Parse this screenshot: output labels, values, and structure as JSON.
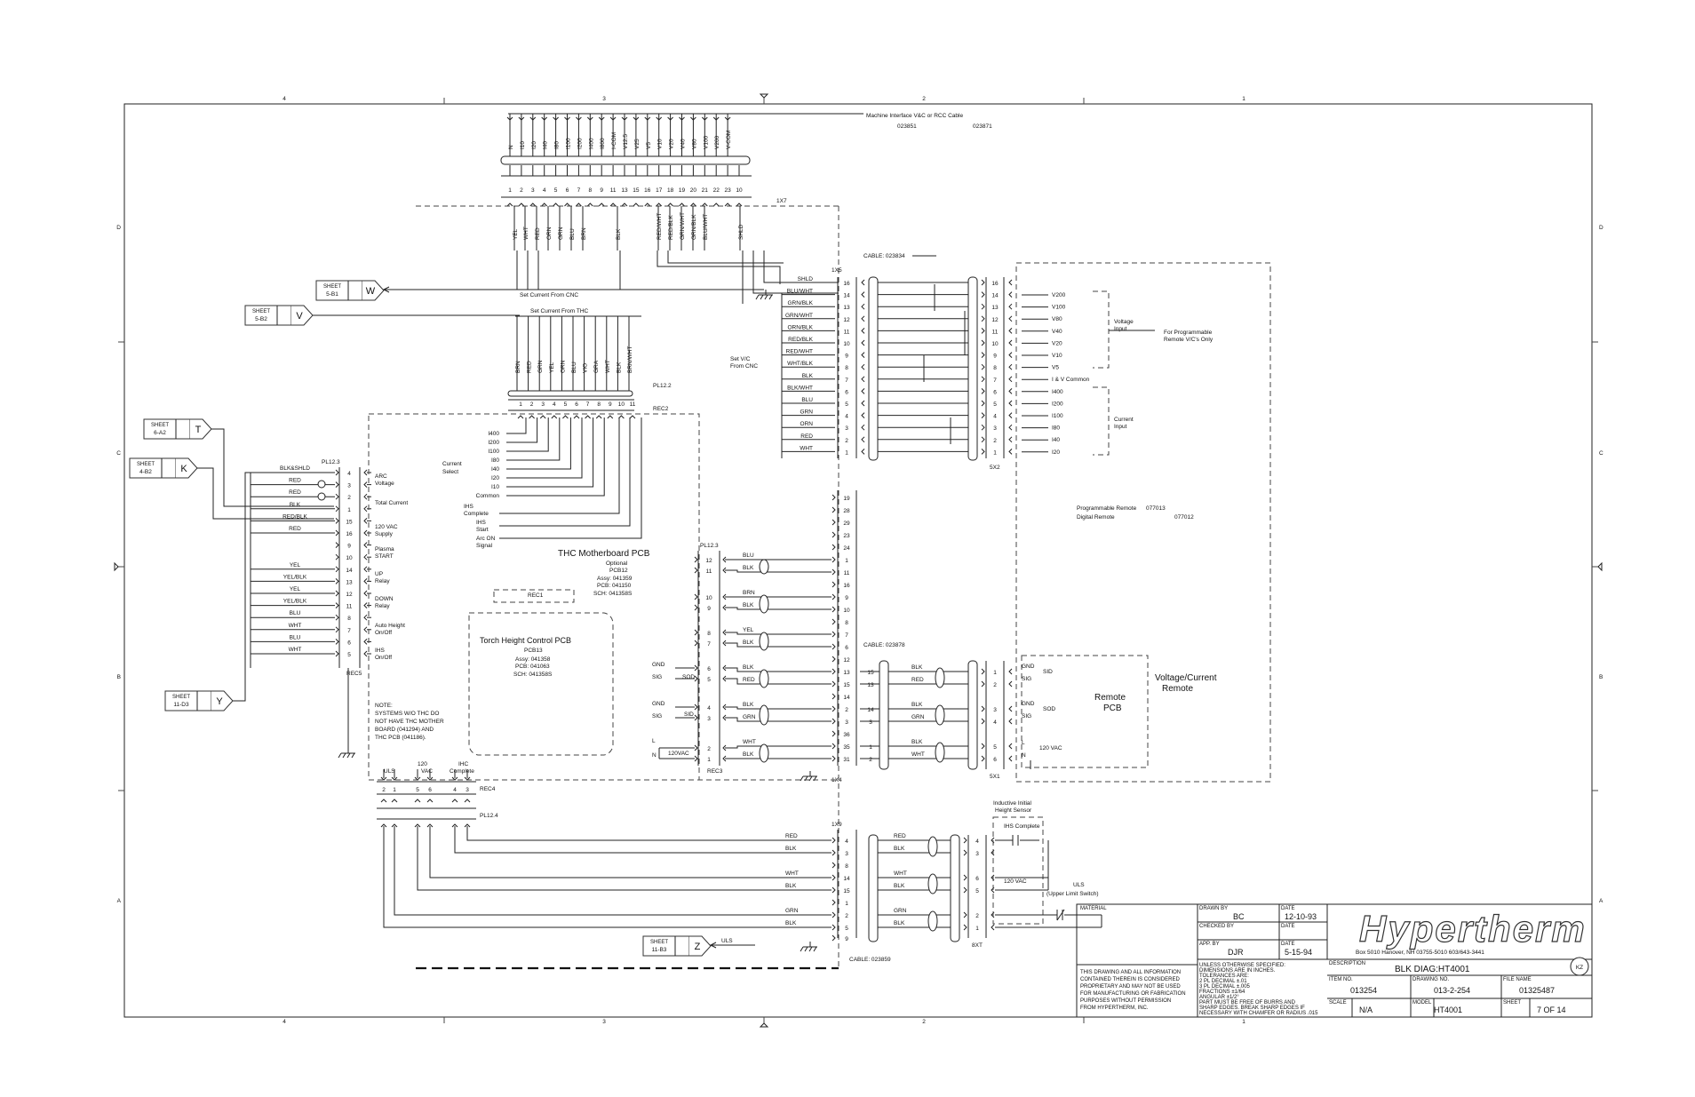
{
  "border": {
    "cols": [
      "4",
      "3",
      "2",
      "1"
    ],
    "rows": [
      "D",
      "C",
      "B",
      "A"
    ]
  },
  "header": {
    "cable_label": "Machine Interface V&C or RCC Cable",
    "cable_pn_a": "023851",
    "cable_pn_b": "023871"
  },
  "x7": {
    "label": "1X7",
    "top_signals": [
      "N",
      "I10",
      "I20",
      "I40",
      "I80",
      "I100",
      "I200",
      "I400",
      "I800",
      "I-COM",
      "V12.5",
      "V25",
      "V5",
      "V10",
      "V20",
      "V40",
      "V80",
      "V100",
      "V200",
      "V-COM"
    ],
    "pins": [
      "1",
      "2",
      "3",
      "4",
      "5",
      "6",
      "7",
      "8",
      "9",
      "11",
      "13",
      "15",
      "16",
      "17",
      "18",
      "19",
      "20",
      "21",
      "22",
      "23",
      "10"
    ],
    "wire_colors": [
      "YEL",
      "WHT",
      "RED",
      "ORN",
      "GRN",
      "BLU",
      "BRN",
      "BLK",
      "RED/WHT",
      "RED/BLK",
      "GRN/WHT",
      "GRN/BLK",
      "BLU/WHT",
      "SHLD"
    ],
    "note": "Set Current From CNC"
  },
  "pl122": {
    "title": "Set Current From THC",
    "label": "PL12.2",
    "rec_label": "REC2",
    "wire_colors": [
      "BRN",
      "RED",
      "GRN",
      "YEL",
      "ORN",
      "BLU",
      "VIO",
      "GRA",
      "WHT",
      "BLK",
      "BRN/WHT"
    ],
    "pins": [
      "1",
      "2",
      "3",
      "4",
      "5",
      "6",
      "7",
      "8",
      "9",
      "10",
      "11"
    ]
  },
  "current_select": {
    "label": "Current Select",
    "signals": [
      "I400",
      "I200",
      "I100",
      "I80",
      "I40",
      "I20",
      "I10",
      "Common"
    ],
    "ihs_complete": "IHS Complete",
    "ihs_start": "IHS Start",
    "arc_on": "Arc ON Signal"
  },
  "sheet_refs": [
    {
      "sheet": "SHEET",
      "ref": "5-B1",
      "letter": "W"
    },
    {
      "sheet": "SHEET",
      "ref": "5-B2",
      "letter": "V"
    },
    {
      "sheet": "SHEET",
      "ref": "6-A2",
      "letter": "T"
    },
    {
      "sheet": "SHEET",
      "ref": "4-B2",
      "letter": "K"
    },
    {
      "sheet": "SHEET",
      "ref": "11-D3",
      "letter": "Y"
    },
    {
      "sheet": "SHEET",
      "ref": "11-B3",
      "letter": "Z"
    }
  ],
  "pl123": {
    "label": "PL12.3",
    "rec": "REC5",
    "pins": [
      "4",
      "3",
      "2",
      "1",
      "15",
      "16",
      "9",
      "10",
      "14",
      "13",
      "12",
      "11",
      "8",
      "7",
      "6",
      "5"
    ],
    "wires": [
      "BLK&SHLD",
      "RED",
      "RED",
      "BLK",
      "RED/BLK",
      "RED",
      "YEL",
      "YEL/BLK",
      "YEL",
      "YEL/BLK",
      "BLU",
      "WHT",
      "BLU",
      "WHT"
    ],
    "functions": [
      "ARC Voltage",
      "Total Current",
      "120 VAC Supply",
      "Plasma START",
      "UP Relay",
      "DOWN Relay",
      "Auto Height On/Off",
      "IHS On/Off"
    ]
  },
  "thc": {
    "motherboard": "THC Motherboard PCB",
    "optional": "Optional",
    "pcb12": "PCB12",
    "assy": "Assy: 041359",
    "pcb": "PCB: 041150",
    "sch": "SCH: 041358S",
    "rec1": "REC1",
    "torch": "Torch Height Control PCB",
    "pcb13": "PCB13",
    "t_assy": "Assy: 041358",
    "t_pcb": "PCB: 041063",
    "t_sch": "SCH: 041358S",
    "note": [
      "NOTE:",
      "SYSTEMS W/O THC DO",
      "NOT HAVE THC MOTHER",
      "BOARD (041294) AND",
      "THC PCB (041186)."
    ]
  },
  "pl123b": {
    "label": "PL12.3",
    "rec": "REC3",
    "pins": [
      "12",
      "11",
      "10",
      "9",
      "8",
      "7",
      "6",
      "5",
      "4",
      "3",
      "2",
      "1"
    ],
    "left_labels": [
      "GND",
      "SIG",
      "SOD",
      "GND",
      "SIG",
      "SID",
      "L",
      "N",
      "120VAC"
    ]
  },
  "x5": {
    "label": "1X5",
    "cable": "CABLE: 023834",
    "signal_label": "Set V/C From CNC",
    "wires": [
      "SHLD",
      "BLU/WHT",
      "GRN/BLK",
      "GRN/WHT",
      "ORN/BLK",
      "RED/BLK",
      "RED/WHT",
      "WHT/BLK",
      "BLK",
      "BLK/WHT",
      "BLU",
      "GRN",
      "ORN",
      "RED",
      "WHT"
    ],
    "pins": [
      "16",
      "14",
      "13",
      "12",
      "11",
      "10",
      "9",
      "8",
      "7",
      "6",
      "5",
      "4",
      "3",
      "2",
      "1"
    ]
  },
  "x2": {
    "label": "5X2",
    "pins": [
      "16",
      "14",
      "13",
      "12",
      "11",
      "10",
      "9",
      "8",
      "7",
      "6",
      "5",
      "4",
      "3",
      "2",
      "1"
    ],
    "signals": [
      "V200",
      "V100",
      "V80",
      "V40",
      "V20",
      "V10",
      "V5",
      "I & V Common",
      "I400",
      "I200",
      "I100",
      "I80",
      "I40",
      "I20"
    ],
    "voltage_input": "Voltage Input",
    "current_input": "Current Input",
    "programmable": "For Programmable Remote V/C's Only",
    "prog_remote": "Programmable Remote",
    "prog_pn": "077013",
    "digital_remote": "Digital Remote",
    "digital_pn": "077012"
  },
  "x4": {
    "label": "1X4",
    "pins": [
      "19",
      "28",
      "29",
      "23",
      "24",
      "1",
      "11",
      "16",
      "9",
      "10",
      "8",
      "7",
      "6",
      "12",
      "13",
      "15",
      "14",
      "2",
      "3",
      "36",
      "35",
      "31"
    ],
    "wires": [
      "BLU",
      "BLK",
      "BRN",
      "BLK",
      "YEL",
      "BLK",
      "BLK",
      "RED",
      "BLK",
      "GRN",
      "WHT",
      "BLK"
    ]
  },
  "x1": {
    "label": "5X1",
    "cable": "CABLE: 023878",
    "wires": [
      "BLK",
      "RED",
      "BLK",
      "GRN",
      "BLK",
      "WHT"
    ],
    "pins": [
      "15",
      "13",
      "14",
      "3",
      "1",
      "2"
    ],
    "remote_labels": [
      "GND",
      "SIG",
      "SID",
      "GND",
      "SIG",
      "SOD",
      "L",
      "N",
      "120 VAC"
    ],
    "remote_pcb": "Remote PCB",
    "vc_remote": "Voltage/Current Remote"
  },
  "rec4": {
    "label": "REC4",
    "pl": "PL12.4",
    "headers": [
      "ULS",
      "120 VAC",
      "IHC Complete"
    ],
    "pins": [
      "2",
      "1",
      "5",
      "6",
      "4",
      "3"
    ]
  },
  "x9": {
    "label": "1X9",
    "cable": "CABLE: 023859",
    "wires": [
      "RED",
      "BLK",
      "WHT",
      "BLK",
      "GRN",
      "BLK"
    ],
    "pins": [
      "4",
      "3",
      "8",
      "14",
      "15",
      "1",
      "2",
      "5",
      "9"
    ],
    "rpins": [
      "4",
      "3",
      "6",
      "5",
      "2",
      "1"
    ],
    "rlabel": "8XT",
    "sensor": "Inductive Initial Height Sensor",
    "ihs_complete": "IHS Complete",
    "vac": "120 VAC",
    "uls": "ULS",
    "uls_full": "(Upper Limit Switch)",
    "uls_sig": "ULS"
  },
  "title_block": {
    "material": "MATERIAL",
    "drawn_by": "DRAWN BY",
    "drawn_val": "BC",
    "date1_lbl": "DATE",
    "date1": "12-10-93",
    "checked_by": "CHECKED BY",
    "date2_lbl": "DATE",
    "app_by": "APP. BY",
    "app_val": "DJR",
    "date3_lbl": "DATE",
    "date3": "5-15-94",
    "company": "Hypertherm",
    "address": "Box 5010 Hanover, NH 03755-5010 603/643-3441",
    "desc_lbl": "DESCRIPTION",
    "desc": "BLK DIAG:HT4001",
    "item_lbl": "ITEM NO.",
    "item": "013254",
    "dwg_lbl": "DRAWING NO.",
    "dwg": "013-2-254",
    "file_lbl": "FILE NAME",
    "file": "01325487",
    "scale_lbl": "SCALE",
    "scale": "N/A",
    "model_lbl": "MODEL",
    "model": "HT4001",
    "sheet_lbl": "SHEET",
    "sheet": "7 OF 14",
    "rev": "KZ",
    "tolerances": [
      "UNLESS OTHERWISE SPECIFIED:",
      "DIMENSIONS ARE IN INCHES.",
      "TOLERANCES ARE:",
      "2 PL DECIMAL ±.01",
      "3 PL DECIMAL ±.005",
      "FRACTIONS ±1/64",
      "ANGULAR ±1/2°",
      "PART MUST BE FREE OF BURRS AND",
      "SHARP EDGES. BREAK SHARP EDGES IF",
      "NECESSARY WITH CHAMFER OR RADIUS .015"
    ],
    "proprietary": [
      "THIS DRAWING AND ALL INFORMATION",
      "CONTAINED THEREIN IS CONSIDERED",
      "PROPRIETARY AND MAY NOT BE USED",
      "FOR MANUFACTURING OR FABRICATION",
      "PURPOSES WITHOUT PERMISSION",
      "FROM HYPERTHERM, INC."
    ]
  }
}
